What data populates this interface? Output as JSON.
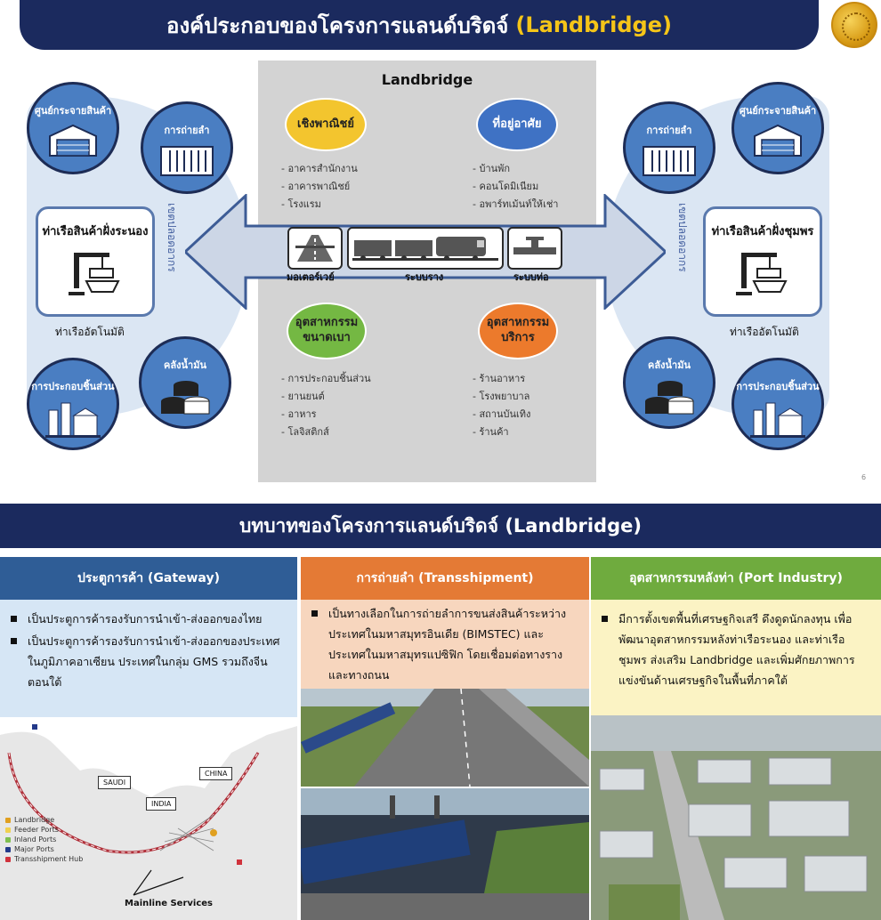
{
  "header": {
    "title_thai": "องค์ประกอบของโครงการแลนด์บริดจ์",
    "title_en": "(Landbridge)"
  },
  "left": {
    "distribution_center": "ศูนย์กระจายสินค้า",
    "transshipment": "การถ่ายลำ",
    "port": "ท่าเรือสินค้าฝั่งระนอง",
    "automated_port": "ท่าเรืออัตโนมัติ",
    "tank_farm": "คลังน้ำมัน",
    "assembly": "การประกอบชิ้นส่วน",
    "zone_label": "เขตปลอดอากร"
  },
  "right": {
    "distribution_center": "ศูนย์กระจายสินค้า",
    "transshipment": "การถ่ายลำ",
    "port": "ท่าเรือสินค้าฝั่งชุมพร",
    "automated_port": "ท่าเรืออัตโนมัติ",
    "tank_farm": "คลังน้ำมัน",
    "assembly": "การประกอบชิ้นส่วน",
    "zone_label": "เขตปลอดอากร"
  },
  "center": {
    "title": "Landbridge",
    "zones": [
      {
        "name": "เชิงพาณิชย์",
        "color": "#f3c52e",
        "items": [
          "- อาคารสำนักงาน",
          "- อาคารพาณิชย์",
          "- โรงแรม"
        ]
      },
      {
        "name": "ที่อยู่อาศัย",
        "color": "#3f72c4",
        "items": [
          "- บ้านพัก",
          "- คอนโดมิเนียม",
          "- อพาร์ทเม้นท์ให้เช่า"
        ]
      },
      {
        "name": "อุตสาหกรรม ขนาดเบา",
        "color": "#74b843",
        "items": [
          "- การประกอบชิ้นส่วน",
          "- ยานยนต์",
          "- อาหาร",
          "- โลจิสติกส์"
        ]
      },
      {
        "name": "อุตสาหกรรม บริการ",
        "color": "#ec7a2c",
        "items": [
          "- ร้านอาหาร",
          "- โรงพยาบาล",
          "- สถานบันเทิง",
          "- ร้านค้า"
        ]
      }
    ],
    "modes": [
      "มอเตอร์เวย์",
      "ระบบราง",
      "ระบบท่อ"
    ]
  },
  "page_number": "6",
  "roles": {
    "title": "บทบาทของโครงการแลนด์บริดจ์ (Landbridge)",
    "columns": [
      {
        "heading": "ประตูการค้า (Gateway)",
        "color": "#2f5d96",
        "bg": "#d6e6f5",
        "bullets": [
          "เป็นประตูการค้ารองรับการนำเข้า-ส่งออกของไทย",
          "เป็นประตูการค้ารองรับการนำเข้า-ส่งออกของประเทศในภูมิภาคอาเซียน ประเทศในกลุ่ม GMS รวมถึงจีนตอนใต้"
        ]
      },
      {
        "heading": "การถ่ายลำ (Transshipment)",
        "color": "#e47a35",
        "bg": "#f7d6be",
        "bullets": [
          "เป็นทางเลือกในการถ่ายลำการขนส่งสินค้าระหว่างประเทศในมหาสมุทรอินเดีย (BIMSTEC) และประเทศในมหาสมุทรแปซิฟิก โดยเชื่อมต่อทางรางและทางถนน"
        ]
      },
      {
        "heading": "อุตสาหกรรมหลังท่า (Port Industry)",
        "color": "#6fab3e",
        "bg": "#fbf3c4",
        "bullets": [
          "มีการตั้งเขตพื้นที่เศรษฐกิจเสรี ดึงดูดนักลงทุน เพื่อพัฒนาอุตสาหกรรมหลังท่าเรือระนอง และท่าเรือชุมพร ส่งเสริม Landbridge และเพิ่มศักยภาพการแข่งขันด้านเศรษฐกิจในพื้นที่ภาคใต้"
        ]
      }
    ],
    "map": {
      "regions": [
        "SAUDI",
        "INDIA",
        "CHINA"
      ],
      "legend": [
        {
          "label": "Landbridge",
          "color": "#e0a020"
        },
        {
          "label": "Feeder Ports",
          "color": "#f0d050"
        },
        {
          "label": "Inland Ports",
          "color": "#7fbf4f"
        },
        {
          "label": "Major Ports",
          "color": "#233a8a"
        },
        {
          "label": "Transshipment Hub",
          "color": "#d0323c"
        }
      ],
      "caption": "Mainline Services"
    }
  }
}
